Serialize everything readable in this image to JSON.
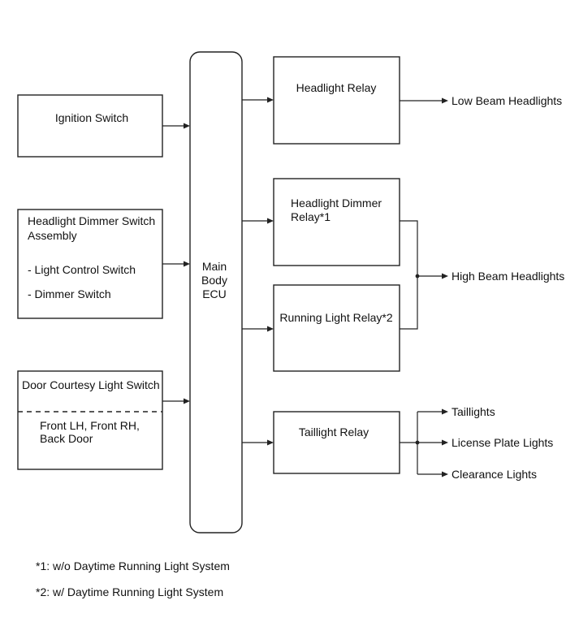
{
  "inputs": {
    "ignition_switch": "Ignition Switch",
    "headlight_dimmer_switch": {
      "title_line1": "Headlight Dimmer Switch",
      "title_line2": "Assembly",
      "item1": "- Light Control Switch",
      "item2": "- Dimmer Switch"
    },
    "door_courtesy_switch": {
      "title": "Door Courtesy Light Switch",
      "detail_line1": "Front LH, Front RH,",
      "detail_line2": "Back Door"
    }
  },
  "ecu": {
    "line1": "Main",
    "line2": "Body",
    "line3": "ECU"
  },
  "relays": {
    "headlight_relay": "Headlight Relay",
    "headlight_dimmer_relay": {
      "line1": "Headlight Dimmer",
      "line2": "Relay*1"
    },
    "running_light_relay": "Running Light Relay*2",
    "taillight_relay": "Taillight Relay"
  },
  "outputs": {
    "low_beam": "Low Beam Headlights",
    "high_beam": "High Beam Headlights",
    "taillights": "Taillights",
    "license_plate": "License Plate Lights",
    "clearance": "Clearance Lights"
  },
  "notes": {
    "note1": "*1: w/o Daytime Running Light System",
    "note2": "*2: w/ Daytime Running Light System"
  }
}
